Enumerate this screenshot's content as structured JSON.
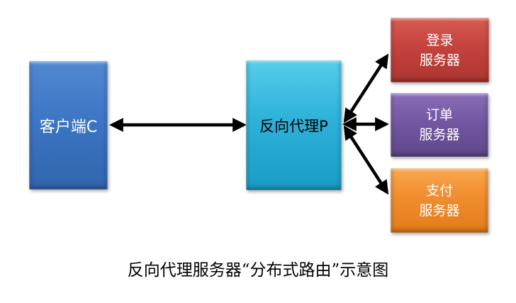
{
  "diagram": {
    "caption": "反向代理服务器“分布式路由”示意图",
    "background_color": "#ffffff",
    "arrow_color": "#000000",
    "nodes": {
      "client": {
        "label": "客户端C",
        "fill": "#3c76c5",
        "text_color": "#ffffff"
      },
      "proxy": {
        "label": "反向代理P",
        "fill": "#2eb2da",
        "text_color": "#000000"
      },
      "login": {
        "label_lines": [
          "登录",
          "服务器"
        ],
        "fill": "#c4433d",
        "text_color": "#ffffff"
      },
      "order": {
        "label_lines": [
          "订单",
          "服务器"
        ],
        "fill": "#7357a2",
        "text_color": "#ffffff"
      },
      "payment": {
        "label_lines": [
          "支付",
          "服务器"
        ],
        "fill": "#f08d2f",
        "text_color": "#ffffff"
      }
    },
    "edges": [
      {
        "from": "客户端C",
        "to": "反向代理P",
        "bidirectional": true
      },
      {
        "from": "反向代理P",
        "to": "登录服务器",
        "bidirectional": true
      },
      {
        "from": "反向代理P",
        "to": "订单服务器",
        "bidirectional": true
      },
      {
        "from": "反向代理P",
        "to": "支付服务器",
        "bidirectional": true
      }
    ]
  }
}
